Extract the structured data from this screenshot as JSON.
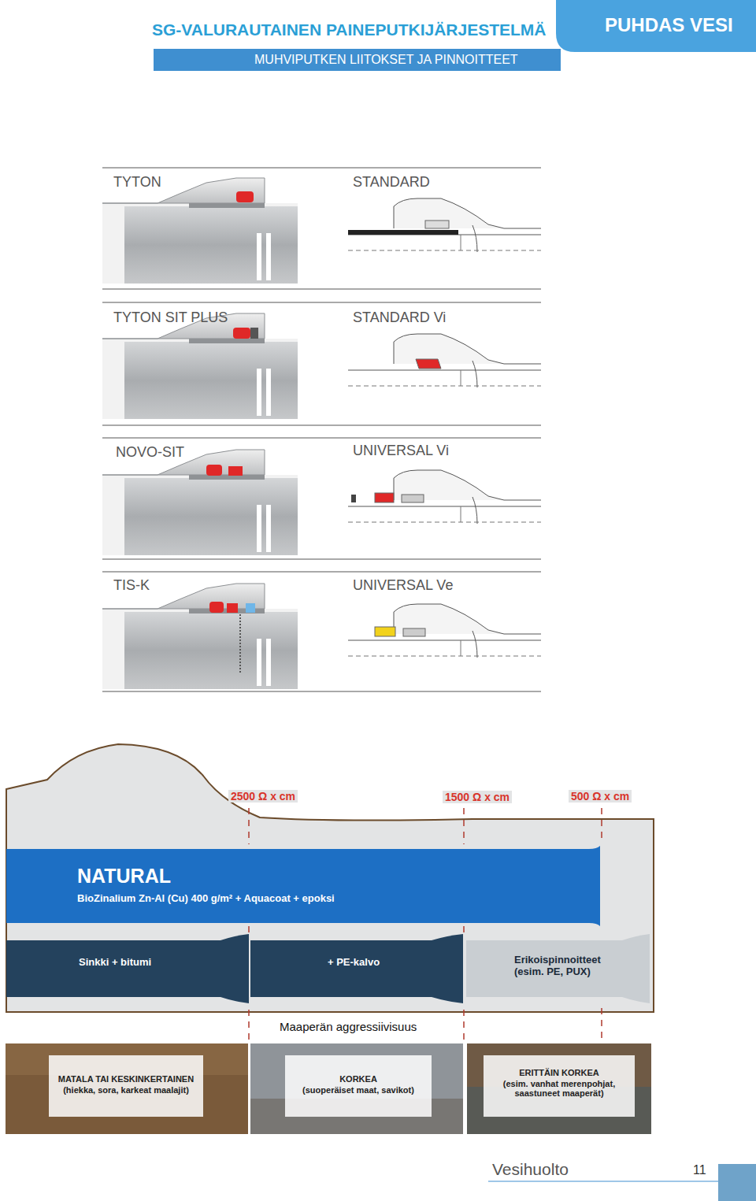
{
  "diagram": {
    "title": "SG-VALURAUTAINEN PAINEPUTKIJÄRJESTELMÄ",
    "nodes": [
      {
        "text": [
          "MUHVIPUTKEN LIITOKSET JA PINNOITTEET"
        ]
      },
      {
        "text": [
          "PUHDAS VESI"
        ]
      },
      {
        "text": [
          "NATURAL",
          "BioZinalium Zn-Al (Cu) 400 g/m² + Aquacoat + epoksi"
        ]
      },
      {
        "text": [
          "Sinkki + bitumi"
        ]
      },
      {
        "text": [
          "+ PE-kalvo"
        ]
      },
      {
        "text": [
          "Erikoispinnoitteet (esim. PE, PUX)"
        ]
      },
      {
        "text": [
          "MATALA TAI KESKINKERTAINEN",
          "(hiekka, sora, karkeat maalajit)"
        ]
      },
      {
        "text": [
          "KORKEA",
          "(suoperäiset maat, savikot)"
        ]
      },
      {
        "text": [
          "ERITTÄIN KORKEA",
          "(esim. vanhat merenpohjat, saastuneet maaperät)"
        ]
      }
    ],
    "labels": [
      "TYTON",
      "STANDARD",
      "TYTON SIT PLUS",
      "STANDARD Vi",
      "NOVO-SIT",
      "UNIVERSAL Vi",
      "TIS-K",
      "UNIVERSAL Ve",
      "2500 Ω x cm",
      "1500 Ω x cm",
      "500 Ω x cm",
      "Maaperän aggressiivisuus",
      "Vesihuolto",
      "11"
    ]
  }
}
